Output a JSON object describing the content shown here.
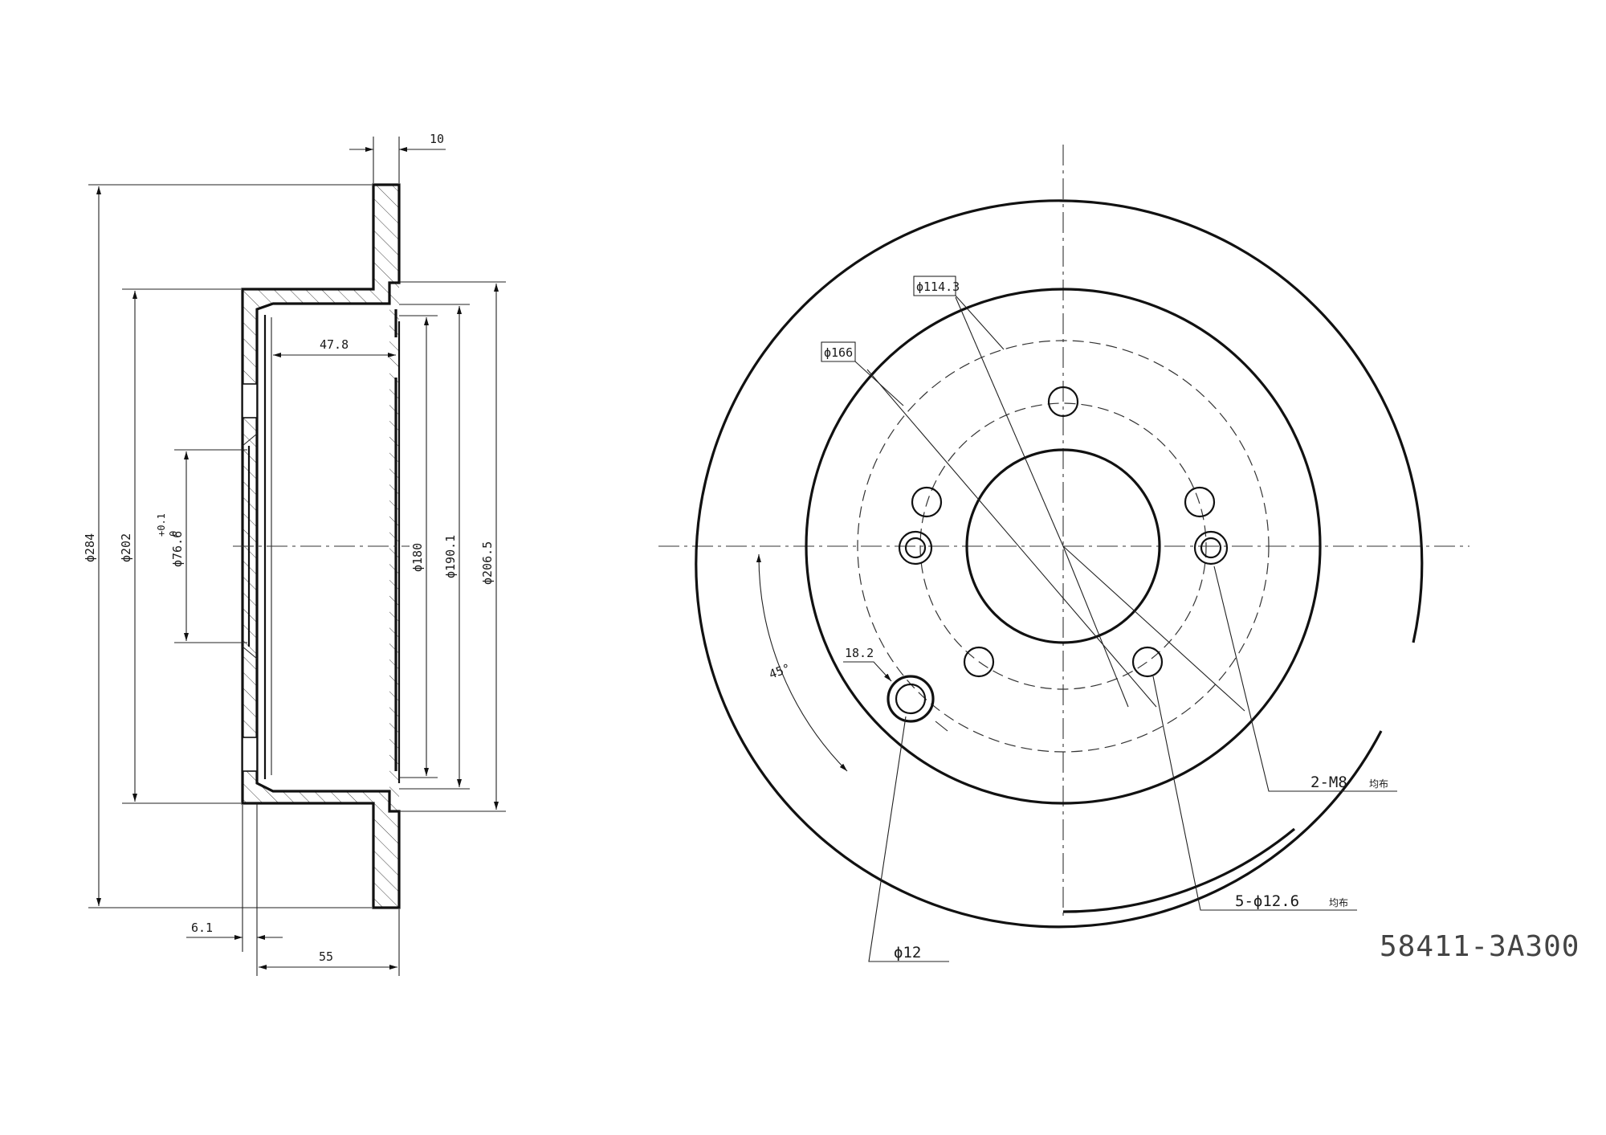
{
  "side_view": {
    "dim_thickness": "10",
    "dim_outer_dia": "ϕ284",
    "dim_hat_dia": "ϕ202",
    "dim_bore_dia": "ϕ76.6",
    "dim_bore_tol": "+0.1",
    "dim_bore_tol_low": "0",
    "dim_inner_180": "ϕ180",
    "dim_inner_190": "ϕ190.1",
    "dim_inner_206": "ϕ206.5",
    "dim_depth": "47.8",
    "dim_hat_thickness": "6.1",
    "dim_height": "55"
  },
  "front_view": {
    "label_pcd": "ϕ114.3",
    "label_166": "ϕ166",
    "label_182": "18.2",
    "label_angle": "45°",
    "label_thread": "2-M8",
    "label_thread_note": "均布",
    "label_holes": "5-ϕ12.6",
    "label_holes_note": "均布",
    "label_12": "ϕ12"
  },
  "part_number": "58411-3A300"
}
